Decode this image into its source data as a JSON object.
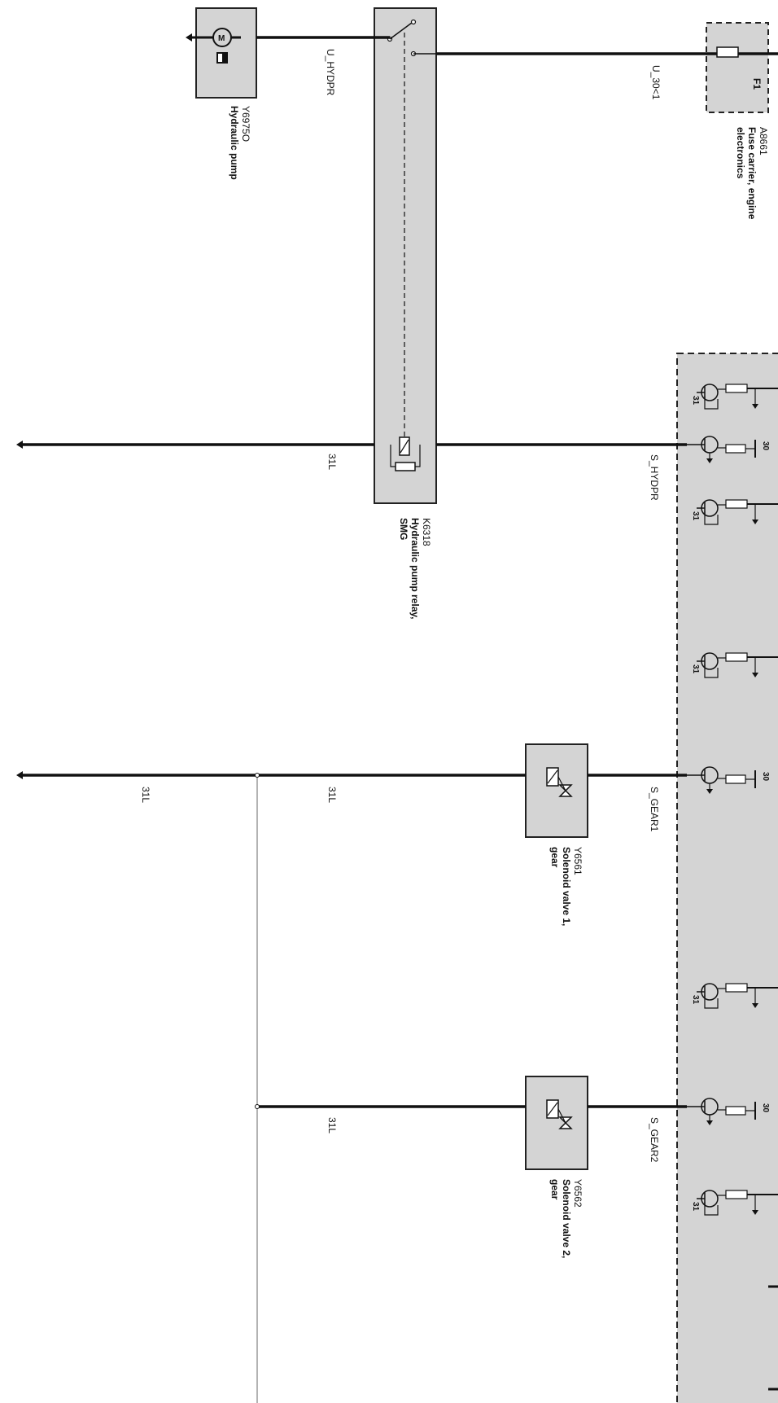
{
  "components": {
    "hydraulic_pump": {
      "code": "Y6975O",
      "name": "Hydraulic pump"
    },
    "fuse_carrier": {
      "code": "A8661",
      "name_line1": "Fuse carrier, engine",
      "name_line2": "electronics",
      "fuse": "F1"
    },
    "pump_relay": {
      "code": "K6318",
      "name_line1": "Hydraulic pump relay,",
      "name_line2": "SMG"
    },
    "solenoid_1": {
      "code": "Y6561",
      "name_line1": "Solenoid valve 1,",
      "name_line2": "gear"
    },
    "solenoid_2": {
      "code": "Y6562",
      "name_line1": "Solenoid valve 2,",
      "name_line2": "gear"
    }
  },
  "wires": {
    "u_hydpr": "U_HYDPR",
    "u_30": "U_30<1",
    "s_hydpr": "S_HYDPR",
    "s_gear1": "S_GEAR1",
    "s_gear2": "S_GEAR2",
    "ground_a": "31L",
    "ground_b": "31L",
    "ground_c": "31L",
    "ground_d": "31L"
  },
  "pins": {
    "p31": "31",
    "p30": "30",
    "motor": "M"
  },
  "colors": {
    "component_fill": "#d4d4d4",
    "wire": "#111111",
    "thin_wire": "#9a9a9a"
  }
}
